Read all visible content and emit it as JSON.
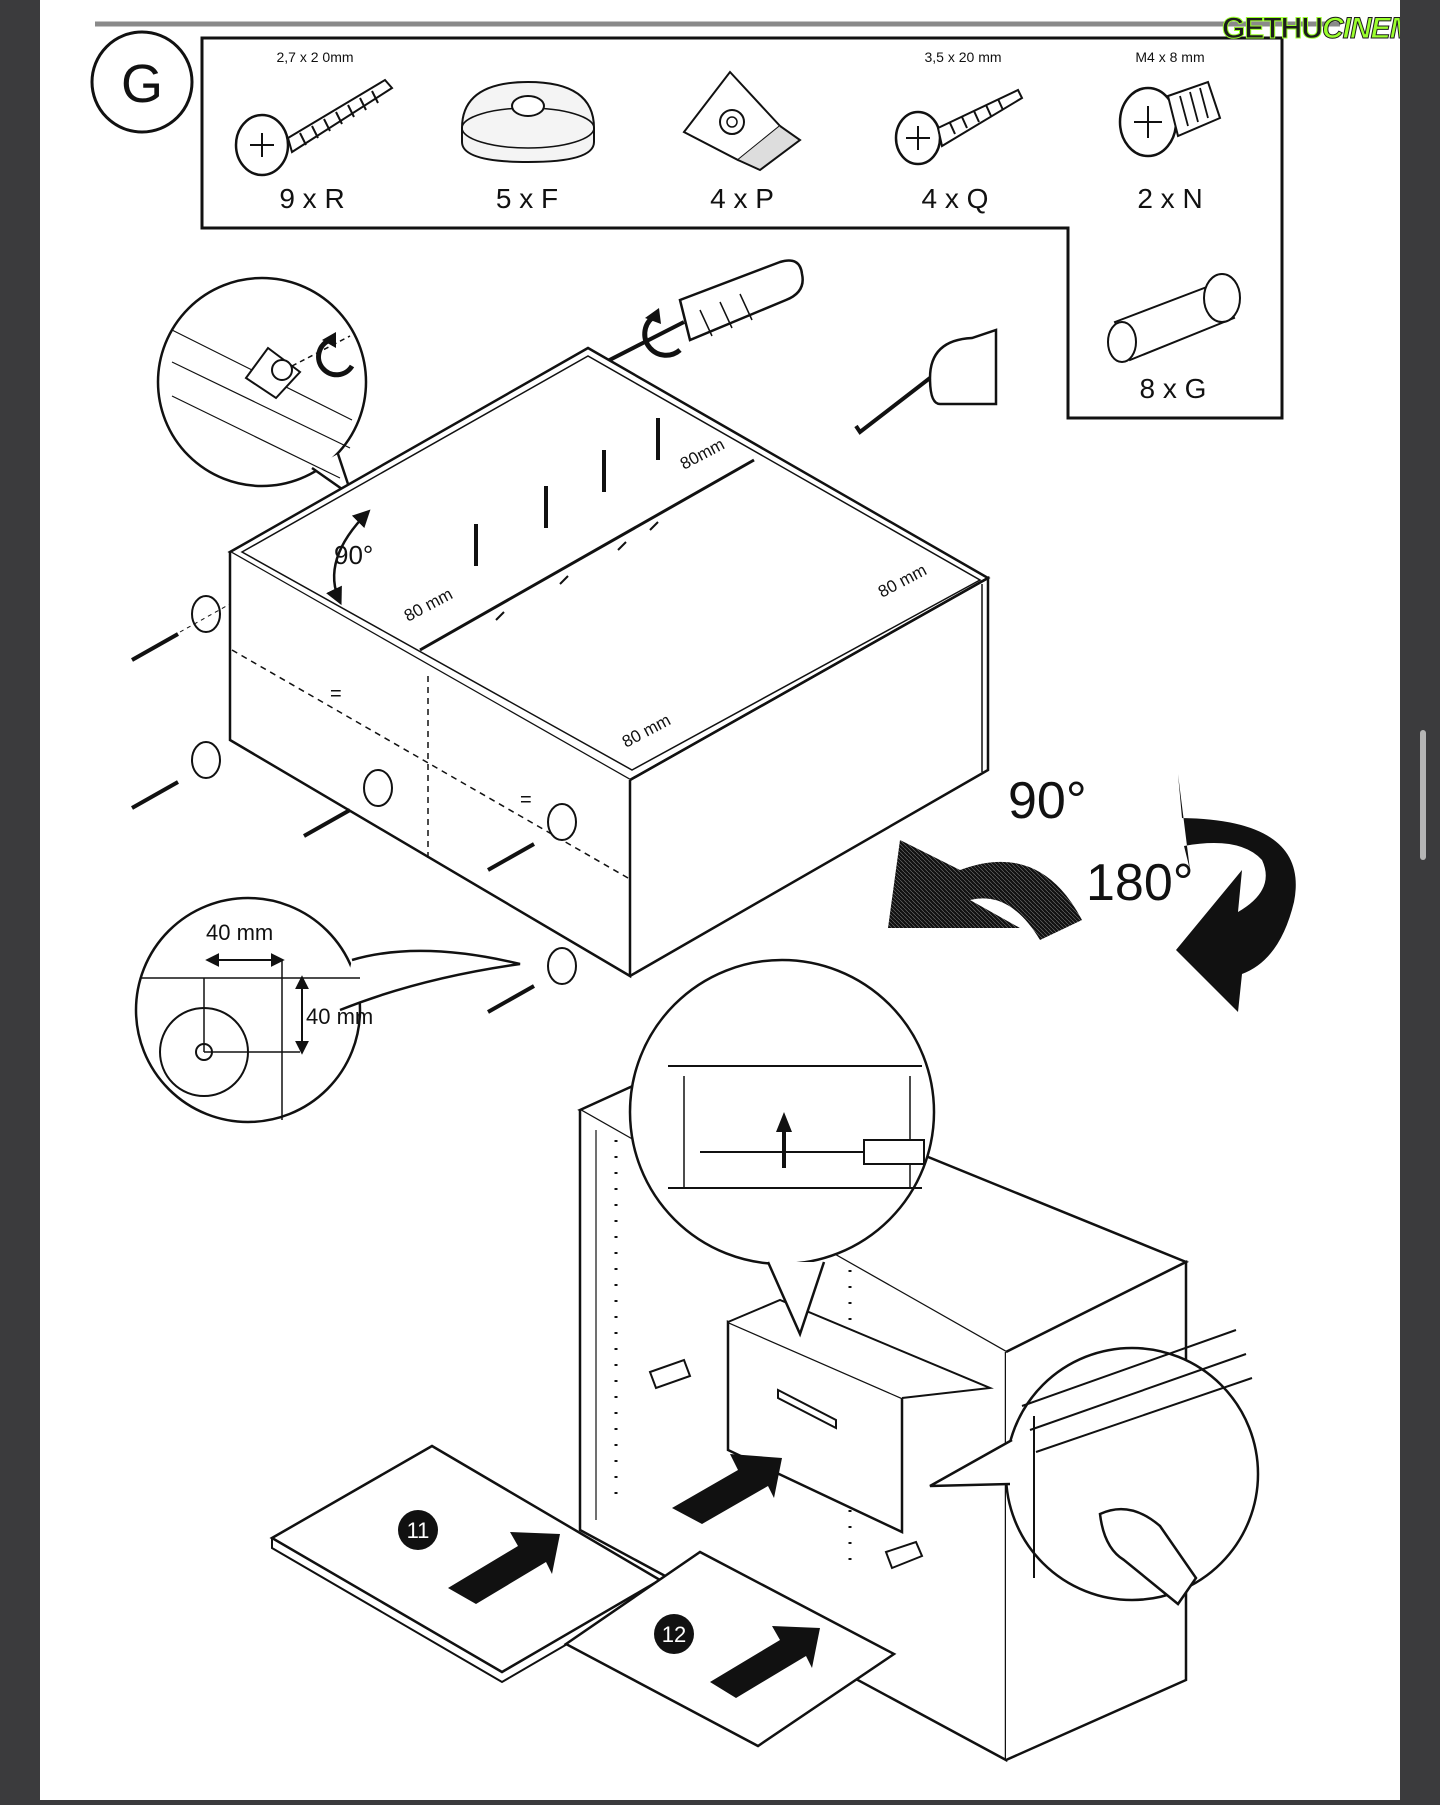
{
  "step": {
    "letter": "G"
  },
  "parts": [
    {
      "id": "R",
      "spec": "2,7 x 2 0mm",
      "qty": "9 x R",
      "icon": "wood-screw-icon"
    },
    {
      "id": "F",
      "spec": "",
      "qty": "5 x F",
      "icon": "furniture-glide-icon"
    },
    {
      "id": "P",
      "spec": "",
      "qty": "4 x P",
      "icon": "corner-block-icon"
    },
    {
      "id": "Q",
      "spec": "3,5 x 20 mm",
      "qty": "4 x Q",
      "icon": "countersunk-screw-icon"
    },
    {
      "id": "N",
      "spec": "M4 x 8 mm",
      "qty": "2 x N",
      "icon": "machine-screw-icon"
    },
    {
      "id": "G",
      "spec": "",
      "qty": "8 x G",
      "icon": "shelf-pin-icon"
    }
  ],
  "annotations": {
    "angle_small": "90°",
    "dim_80mm_top": "80mm",
    "dim_80mm_a": "80 mm",
    "dim_80mm_b": "80 mm",
    "dim_80mm_c": "80 mm",
    "rotate_90": "90°",
    "rotate_180": "180°",
    "detail_40mm_h": "40 mm",
    "detail_40mm_v": "40 mm",
    "equal_mark": "="
  },
  "panels": {
    "step_11": "11",
    "step_12": "12"
  },
  "watermark": {
    "part_a": "GETHU",
    "part_b": "CINEMA"
  },
  "colors": {
    "ink": "#111111",
    "page": "#ffffff",
    "frame": "#3b3b3d"
  }
}
